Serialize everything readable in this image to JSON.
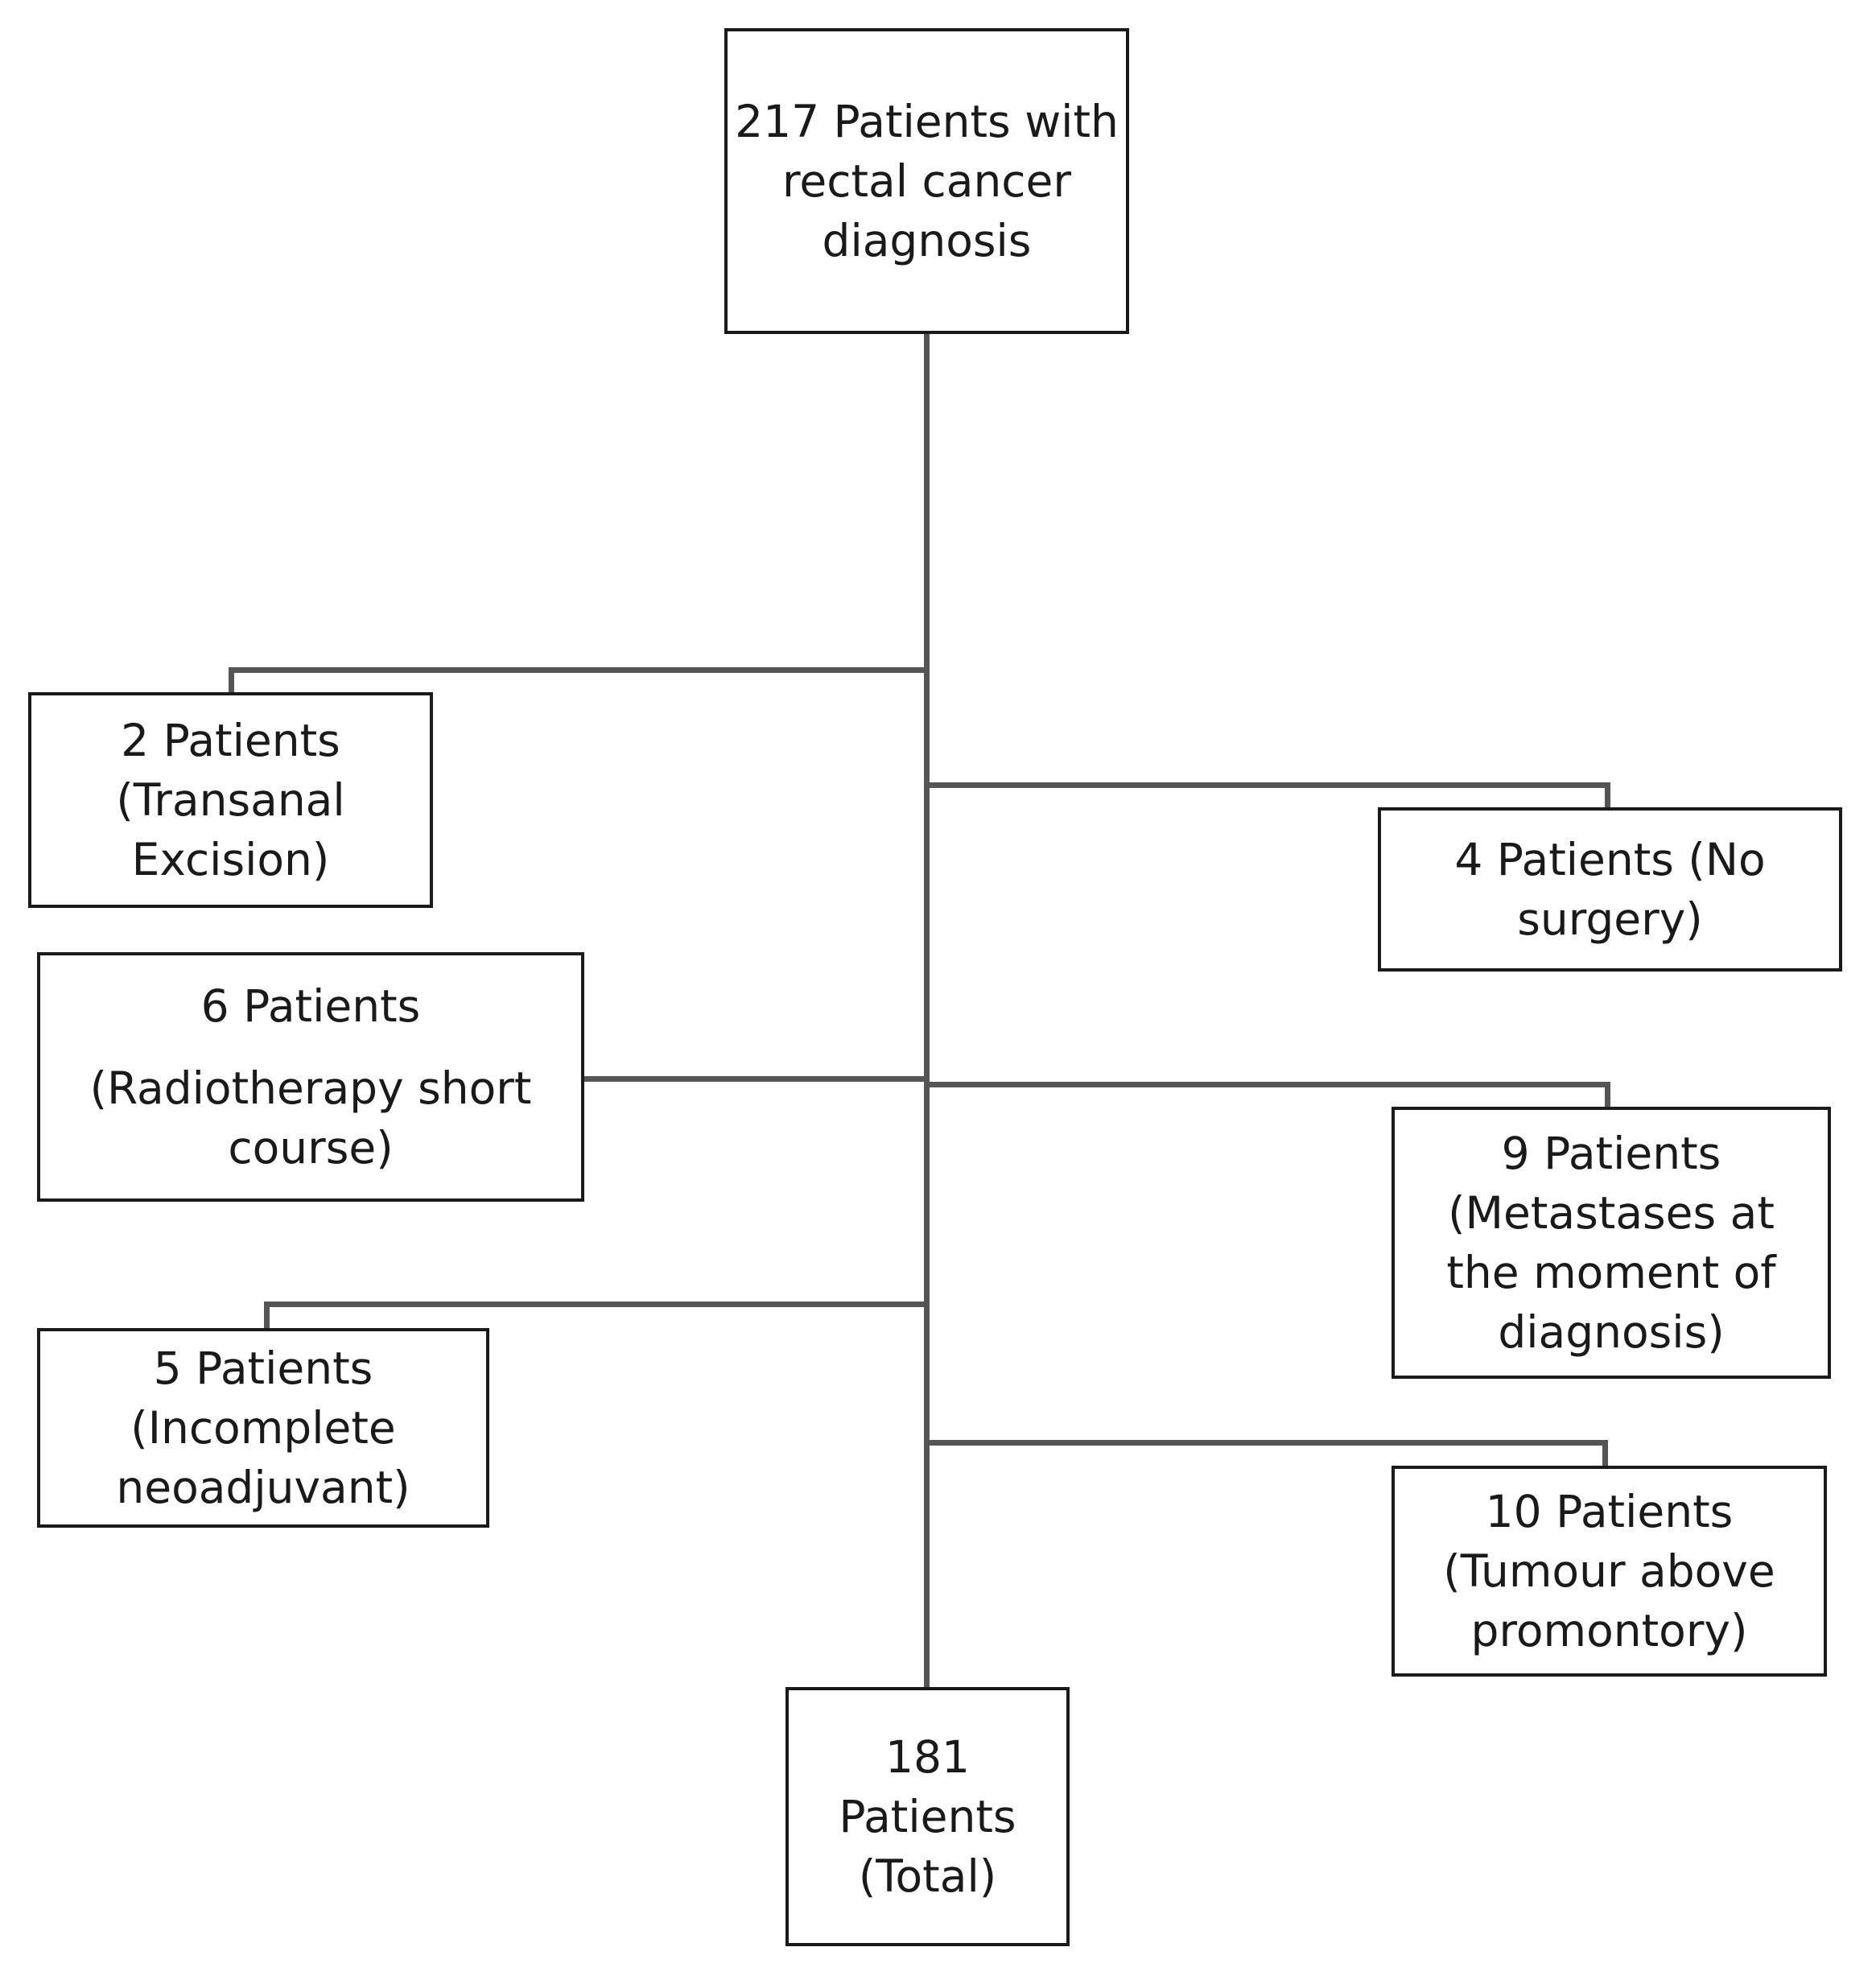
{
  "boxes": {
    "start": {
      "lines": [
        "217 Patients with",
        "rectal cancer",
        "diagnosis"
      ]
    },
    "transanal": {
      "lines": [
        "2 Patients",
        "(Transanal",
        "Excision)"
      ]
    },
    "no_surgery": {
      "lines": [
        "4 Patients (No",
        "surgery)"
      ]
    },
    "radiotherapy": {
      "lines": [
        "6 Patients",
        "(Radiotherapy short",
        "course)"
      ]
    },
    "metastases": {
      "lines": [
        "9 Patients",
        "(Metastases at",
        "the moment  of",
        "diagnosis)"
      ]
    },
    "incomplete": {
      "lines": [
        "5 Patients",
        "(Incomplete",
        "neoadjuvant)"
      ]
    },
    "tumour": {
      "lines": [
        "10 Patients",
        "(Tumour  above",
        "promontory)"
      ]
    },
    "total": {
      "lines": [
        "181",
        "Patients",
        "(Total)"
      ]
    }
  }
}
